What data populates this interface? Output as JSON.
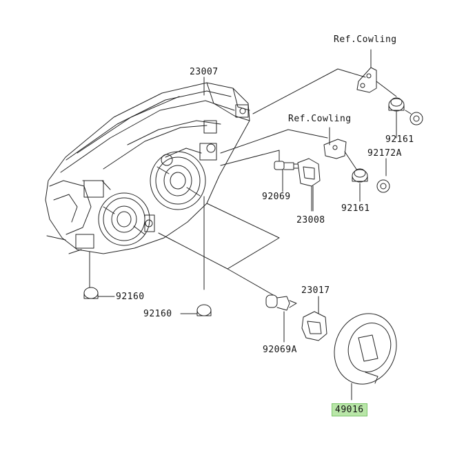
{
  "labels": {
    "ref_cowling_top": "Ref.Cowling",
    "ref_cowling_mid": "Ref.Cowling",
    "p23007": "23007",
    "p92161_top": "92161",
    "p92172A": "92172A",
    "p92069": "92069",
    "p23008": "23008",
    "p92161_mid": "92161",
    "p92160_left": "92160",
    "p92160_center": "92160",
    "p23017": "23017",
    "p92069A": "92069A",
    "p49016": "49016"
  },
  "highlight": {
    "part": "49016",
    "color": "#b9e6a8"
  }
}
